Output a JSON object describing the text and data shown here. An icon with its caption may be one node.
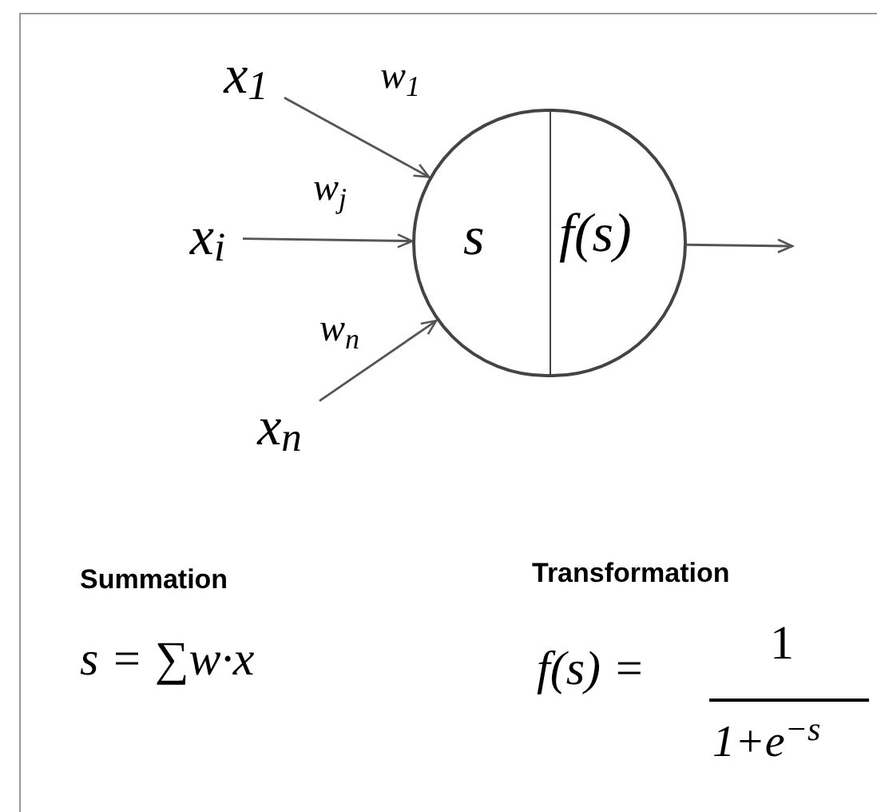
{
  "diagram": {
    "nodes": [
      {
        "text": [
          "x$_{1}$"
        ]
      },
      {
        "text": [
          "x$_{i}$"
        ]
      },
      {
        "text": [
          "x$_{n}$"
        ]
      },
      {
        "text": [
          "s",
          "f(s)"
        ]
      }
    ],
    "edges": [
      {
        "from": 0,
        "to": 3,
        "arrow": "to",
        "label": "w$_{1}$"
      },
      {
        "from": 1,
        "to": 3,
        "arrow": "to",
        "label": "w$_{j}$"
      },
      {
        "from": 2,
        "to": 3,
        "arrow": "to",
        "label": "w$_{n}$"
      },
      {
        "from": 3,
        "to": null,
        "arrow": "to"
      }
    ],
    "labels": [
      "Summation",
      "Transformation",
      "s = ∑w·x",
      "f(s) =",
      "1",
      "1+e$^{−s}$"
    ]
  }
}
